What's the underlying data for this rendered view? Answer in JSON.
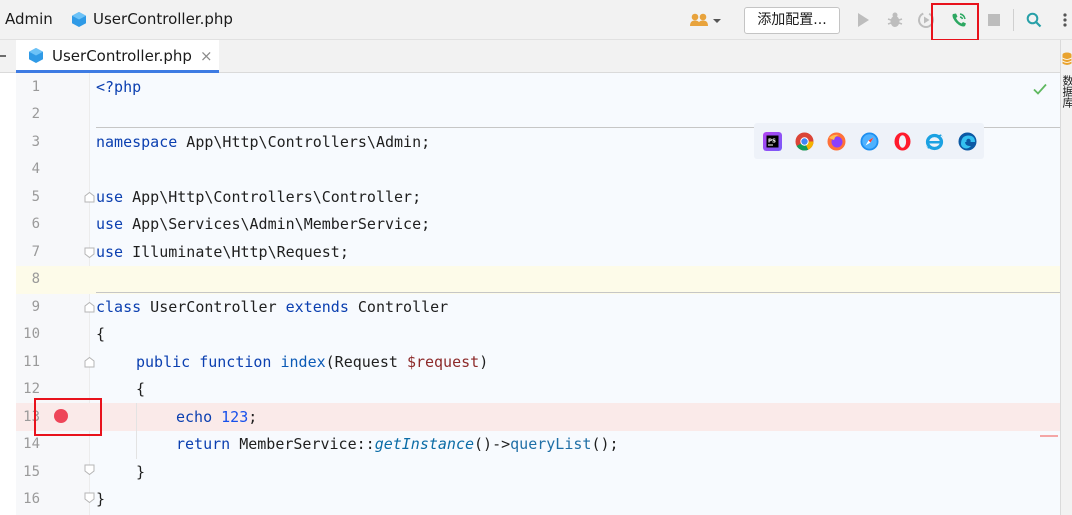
{
  "titlebar": {
    "project": "Admin",
    "file": "UserController.php",
    "config_button": "添加配置..."
  },
  "tabs": [
    {
      "label": "UserController.php",
      "close": "×"
    }
  ],
  "editor": {
    "lines": [
      {
        "n": "1"
      },
      {
        "n": "2"
      },
      {
        "n": "3"
      },
      {
        "n": "4"
      },
      {
        "n": "5"
      },
      {
        "n": "6"
      },
      {
        "n": "7"
      },
      {
        "n": "8"
      },
      {
        "n": "9"
      },
      {
        "n": "10"
      },
      {
        "n": "11"
      },
      {
        "n": "12"
      },
      {
        "n": "13"
      },
      {
        "n": "14"
      },
      {
        "n": "15"
      },
      {
        "n": "16"
      }
    ],
    "code": {
      "l1": "<?php",
      "l3_kw": "namespace",
      "l3_rest": " App\\Http\\Controllers\\Admin;",
      "l5_kw": "use",
      "l5_rest": " App\\Http\\Controllers\\Controller;",
      "l6_kw": "use",
      "l6_rest": " App\\Services\\Admin\\MemberService;",
      "l7_kw": "use",
      "l7_rest": " Illuminate\\Http\\Request;",
      "l9_kw1": "class",
      "l9_name": " UserController ",
      "l9_kw2": "extends",
      "l9_rest": " Controller",
      "l10": "{",
      "l11_kw1": "public",
      "l11_kw2": "function",
      "l11_fn": "index",
      "l11_open": "(Request ",
      "l11_var": "$request",
      "l11_close": ")",
      "l12": "{",
      "l13_kw": "echo",
      "l13_num": "123",
      "l13_end": ";",
      "l14_kw": "return",
      "l14_cls": " MemberService::",
      "l14_static": "getInstance",
      "l14_mid": "()->",
      "l14_method": "queryList",
      "l14_end": "();",
      "l15": "}",
      "l16": "}"
    }
  },
  "right_panel": {
    "label": "数据库"
  },
  "colors": {
    "keyword": "#0b3fb0",
    "breakpoint": "#ee4659",
    "highlight_box": "#e8121c",
    "tab_underline": "#3d7be3",
    "call_icon": "#2da862"
  },
  "icons": [
    "user-group-icon",
    "run-icon",
    "debug-icon",
    "coverage-icon",
    "php-listen-debug-icon",
    "stop-icon",
    "search-icon",
    "more-icon",
    "php-file-icon",
    "check-icon",
    "phpstorm-icon",
    "chrome-icon",
    "firefox-icon",
    "safari-icon",
    "opera-icon",
    "ie-icon",
    "edge-icon",
    "database-icon"
  ]
}
